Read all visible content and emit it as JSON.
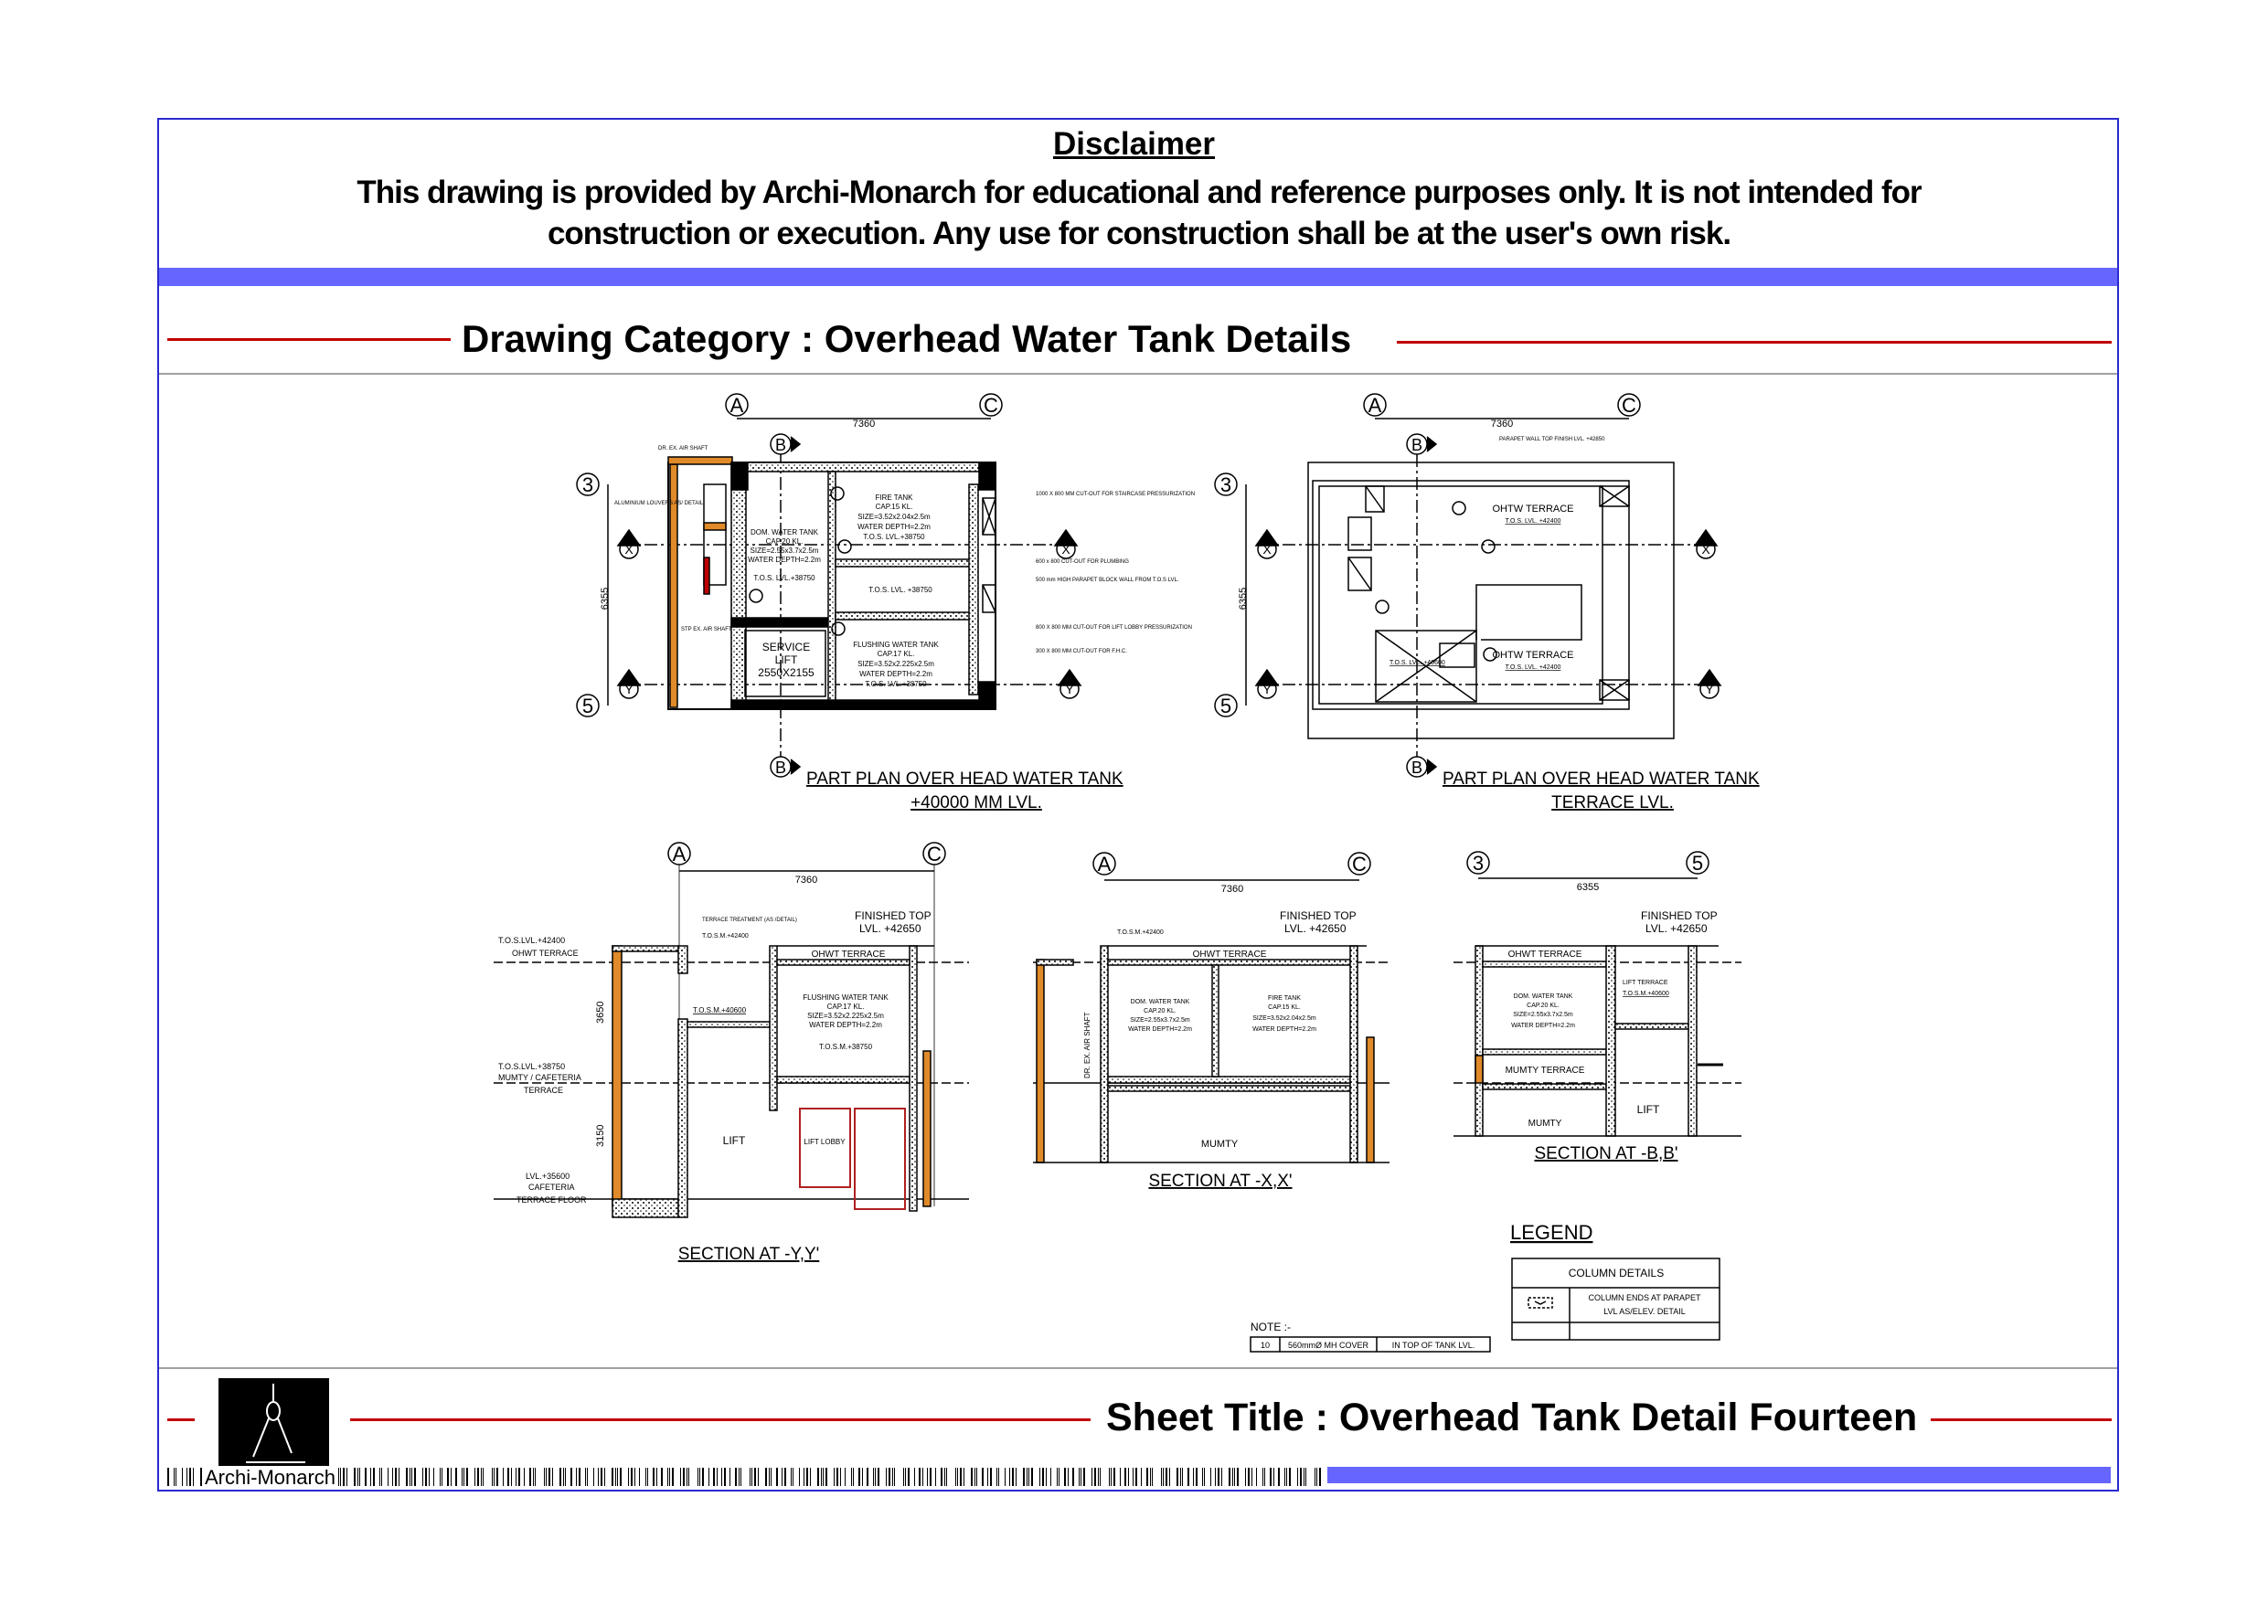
{
  "disclaimer": {
    "title": "Disclaimer",
    "line1": "This drawing is provided by Archi-Monarch for educational and reference purposes only. It is not intended for",
    "line2": "construction or execution. Any use for construction shall be at the user's own risk."
  },
  "category": {
    "label": "Drawing Category : Overhead Water Tank Details"
  },
  "sheet": {
    "title": "Sheet Title : Overhead Tank Detail Fourteen"
  },
  "brand": {
    "name": "Archi-Monarch"
  },
  "colors": {
    "frame": "#2a2ad0",
    "band": "#6666ff",
    "rule": "#c00000",
    "column_fill": "#e08a2a",
    "lobby": "#b02020"
  },
  "plan1": {
    "title": "PART PLAN OVER HEAD WATER TANK",
    "subtitle": "+40000 MM LVL.",
    "dim_h": "7360",
    "dim_v": "6355",
    "grid": {
      "a": "A",
      "b": "B",
      "c": "C",
      "r3": "3",
      "r5": "5",
      "x": "X",
      "y": "Y"
    },
    "fire_tank": [
      "FIRE TANK",
      "CAP.15 KL.",
      "SIZE=3.52x2.04x2.5m",
      "WATER DEPTH=2.2m",
      "T.O.S. LVL.+38750"
    ],
    "dom_tank": [
      "DOM. WATER TANK",
      "CAP.20 KL.",
      "SIZE=2.55x3.7x2.5m",
      "WATER DEPTH=2.2m",
      "T.O.S. LVL.+38750"
    ],
    "mid_level": "T.O.S. LVL. +38750",
    "lift": [
      "SERVICE",
      "LIFT",
      "2550X2155"
    ],
    "flush_tank": [
      "FLUSHING WATER TANK",
      "CAP.17 KL.",
      "SIZE=3.52x2.225x2.5m",
      "WATER DEPTH=2.2m",
      "T.O.S. LVL.+38750"
    ],
    "notes": [
      "1000 X 800 MM CUT-OUT FOR STAIRCASE PRESSURIZATION",
      "600 x 800 CUT-OUT FOR PLUMBING",
      "500 mm HIGH PARAPET BLOCK WALL FROM T.O.S LVL.",
      "800 X 800 MM CUT-OUT FOR LIFT LOBBY PRESSURIZATION",
      "300 X 800 MM CUT-OUT FOR F.H.C."
    ],
    "left_notes": [
      "DR. EX. AIR SHAFT",
      "ALUMINIUM LOUVERS AS/ DETAIL",
      "STP EX. AIR SHAFT"
    ]
  },
  "plan2": {
    "title": "PART PLAN OVER HEAD WATER TANK",
    "subtitle": "TERRACE LVL.",
    "dim_h": "7360",
    "dim_v": "6355",
    "grid": {
      "a": "A",
      "b": "B",
      "c": "C",
      "r3": "3",
      "r5": "5",
      "x": "X",
      "y": "Y"
    },
    "terrace1": [
      "OHTW TERRACE",
      "T.O.S. LVL. +42400"
    ],
    "terrace2": [
      "OHTW TERRACE",
      "T.O.S. LVL. +42400"
    ],
    "lift_level": "T.O.S. LVL. +40600",
    "parapet": "PARAPET WALL TOP FINISH LVL. +42850"
  },
  "section_yy": {
    "title": "SECTION AT -Y,Y'",
    "dim": "7360",
    "grid": {
      "a": "A",
      "c": "C"
    },
    "finished_top": [
      "FINISHED TOP",
      "LVL. +42650"
    ],
    "levels": [
      [
        "T.O.S.LVL.+42400",
        "OHWT TERRACE"
      ],
      [
        "T.O.S.LVL.+38750",
        "MUMTY / CAFETERIA",
        "TERRACE"
      ],
      [
        "LVL.+35600",
        "CAFETERIA",
        "TERRACE FLOOR"
      ]
    ],
    "heights": [
      "3650",
      "3150"
    ],
    "terrace": "OHWT TERRACE",
    "tank": [
      "FLUSHING WATER TANK",
      "CAP.17 KL.",
      "SIZE=3.52x2.225x2.5m",
      "WATER DEPTH=2.2m",
      "T.O.S.M.+38750"
    ],
    "lift_level": "T.O.S.M.+40600",
    "lift": "LIFT",
    "lobby": "LIFT LOBBY",
    "treatment": "TERRACE TREATMENT (AS /DETAIL)",
    "tos": "T.O.S.M.+42400"
  },
  "section_xx": {
    "title": "SECTION AT -X,X'",
    "dim": "7360",
    "grid": {
      "a": "A",
      "c": "C"
    },
    "finished_top": [
      "FINISHED TOP",
      "LVL. +42650"
    ],
    "terrace": "OHWT TERRACE",
    "dom_tank": [
      "DOM. WATER TANK",
      "CAP.20 KL.",
      "SIZE=2.55x3.7x2.5m",
      "WATER DEPTH=2.2m"
    ],
    "fire_tank": [
      "FIRE TANK",
      "CAP.15 KL.",
      "SIZE=3.52x2.04x2.5m",
      "WATER DEPTH=2.2m"
    ],
    "shaft": "DR. EX. AIR SHAFT",
    "mumty": "MUMTY",
    "tos": "T.O.S.M.+42400"
  },
  "section_bb": {
    "title": "SECTION AT -B,B'",
    "dim": "6355",
    "grid": {
      "r3": "3",
      "r5": "5"
    },
    "finished_top": [
      "FINISHED TOP",
      "LVL. +42650"
    ],
    "terrace": "OHWT TERRACE",
    "tank": [
      "DOM. WATER TANK",
      "CAP.20 KL.",
      "SIZE=2.55x3.7x2.5m",
      "WATER DEPTH=2.2m"
    ],
    "lift_terrace": [
      "LIFT TERRACE",
      "T.O.S.M.+40600"
    ],
    "mumty_terrace": "MUMTY TERRACE",
    "mumty": "MUMTY",
    "lift": "LIFT"
  },
  "legend": {
    "title": "LEGEND",
    "header": "COLUMN DETAILS",
    "row1": [
      "COLUMN ENDS AT PARAPET",
      "LVL AS/ELEV. DETAIL"
    ]
  },
  "note": {
    "title": "NOTE :-",
    "cells": [
      "10",
      "560mmØ MH COVER",
      "IN TOP OF TANK LVL."
    ]
  }
}
